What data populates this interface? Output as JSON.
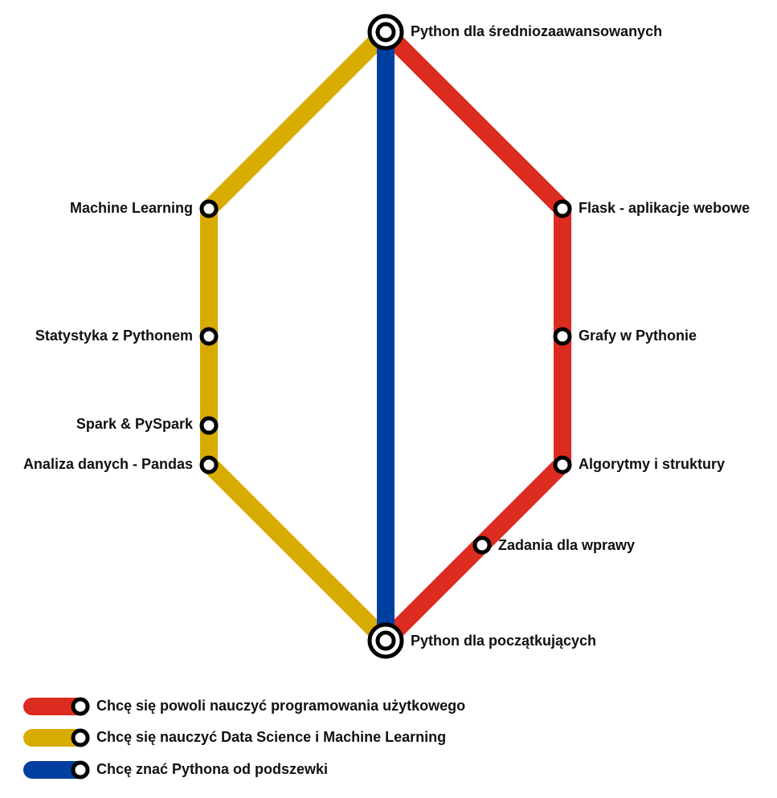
{
  "colors": {
    "red": "#dc2c1f",
    "yellow": "#d8ab00",
    "blue": "#003ea0",
    "station_stroke": "#000000",
    "station_fill": "#ffffff"
  },
  "stations": {
    "intermediate": "Python dla średniozaawansowanych",
    "beginners": "Python dla początkujących",
    "machine_learning": "Machine Learning",
    "statistics": "Statystyka z Pythonem",
    "spark": "Spark & PySpark",
    "pandas": "Analiza danych - Pandas",
    "flask": "Flask - aplikacje webowe",
    "graphs": "Grafy w Pythonie",
    "algorithms": "Algorytmy i struktury",
    "exercises": "Zadania dla wprawy"
  },
  "legend": [
    {
      "color_key": "red",
      "label": "Chcę się powoli nauczyć programowania użytkowego"
    },
    {
      "color_key": "yellow",
      "label": "Chcę się nauczyć Data Science i Machine Learning"
    },
    {
      "color_key": "blue",
      "label": "Chcę znać Pythona od podszewki"
    }
  ]
}
